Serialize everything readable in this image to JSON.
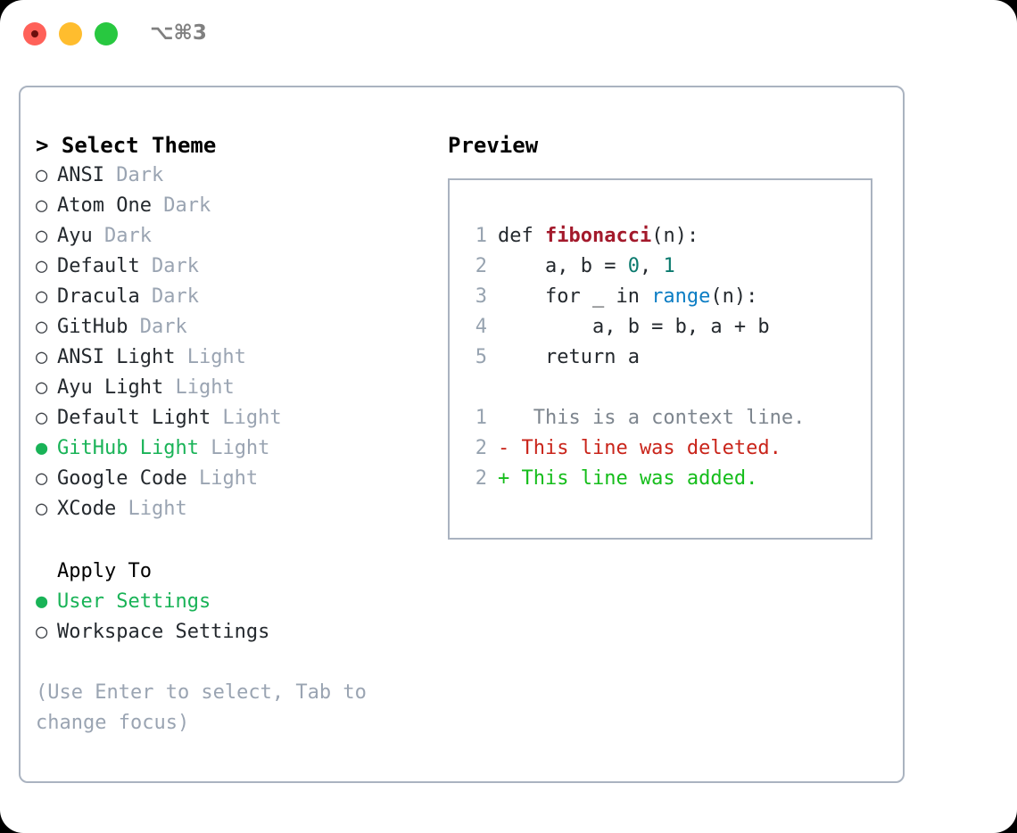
{
  "window": {
    "shortcut": "⌥⌘3",
    "traffic_lights": [
      {
        "name": "close",
        "color": "#ff6159"
      },
      {
        "name": "minimize",
        "color": "#ffbd2e"
      },
      {
        "name": "maximize",
        "color": "#28c840"
      }
    ]
  },
  "theme_panel": {
    "header": "> Select Theme",
    "options": [
      {
        "bullet": "○",
        "label": "ANSI",
        "tag": "Dark",
        "selected": false
      },
      {
        "bullet": "○",
        "label": "Atom One",
        "tag": "Dark",
        "selected": false
      },
      {
        "bullet": "○",
        "label": "Ayu",
        "tag": "Dark",
        "selected": false
      },
      {
        "bullet": "○",
        "label": "Default",
        "tag": "Dark",
        "selected": false
      },
      {
        "bullet": "○",
        "label": "Dracula",
        "tag": "Dark",
        "selected": false
      },
      {
        "bullet": "○",
        "label": "GitHub",
        "tag": "Dark",
        "selected": false
      },
      {
        "bullet": "○",
        "label": "ANSI Light",
        "tag": "Light",
        "selected": false
      },
      {
        "bullet": "○",
        "label": "Ayu Light",
        "tag": "Light",
        "selected": false
      },
      {
        "bullet": "○",
        "label": "Default Light",
        "tag": "Light",
        "selected": false
      },
      {
        "bullet": "●",
        "label": "GitHub Light",
        "tag": "Light",
        "selected": true
      },
      {
        "bullet": "○",
        "label": "Google Code",
        "tag": "Light",
        "selected": false
      },
      {
        "bullet": "○",
        "label": "XCode",
        "tag": "Light",
        "selected": false
      }
    ]
  },
  "apply_to": {
    "title": "Apply To",
    "options": [
      {
        "bullet": "●",
        "label": "User Settings",
        "selected": true
      },
      {
        "bullet": "○",
        "label": "Workspace Settings",
        "selected": false
      }
    ]
  },
  "hint": "(Use Enter to select, Tab to change focus)",
  "preview": {
    "header": "Preview",
    "code_lines": [
      {
        "no": "1",
        "tokens": [
          {
            "t": "def ",
            "c": "plain"
          },
          {
            "t": "fibonacci",
            "c": "fn"
          },
          {
            "t": "(n):",
            "c": "plain"
          }
        ]
      },
      {
        "no": "2",
        "tokens": [
          {
            "t": "    a, b = ",
            "c": "plain"
          },
          {
            "t": "0",
            "c": "num"
          },
          {
            "t": ", ",
            "c": "plain"
          },
          {
            "t": "1",
            "c": "num"
          }
        ]
      },
      {
        "no": "3",
        "tokens": [
          {
            "t": "    for _ in ",
            "c": "plain"
          },
          {
            "t": "range",
            "c": "builtin"
          },
          {
            "t": "(n):",
            "c": "plain"
          }
        ]
      },
      {
        "no": "4",
        "tokens": [
          {
            "t": "        a, b = b, a + b",
            "c": "plain"
          }
        ]
      },
      {
        "no": "5",
        "tokens": [
          {
            "t": "    return a",
            "c": "plain"
          }
        ]
      }
    ],
    "diff_lines": [
      {
        "no": "1",
        "marker": " ",
        "text": "  This is a context line.",
        "kind": "ctx"
      },
      {
        "no": "2",
        "marker": "-",
        "text": " This line was deleted.",
        "kind": "del"
      },
      {
        "no": "2",
        "marker": "+",
        "text": " This line was added.",
        "kind": "add"
      }
    ]
  },
  "colors": {
    "selected_green": "#19b357",
    "muted_gray": "#9aa4b2",
    "border": "#aab3c0",
    "code_function": "#a3192b",
    "code_number": "#0b7a6e",
    "code_builtin": "#0b7dc4",
    "diff_deleted": "#c9241a",
    "diff_added": "#15bd1b"
  }
}
